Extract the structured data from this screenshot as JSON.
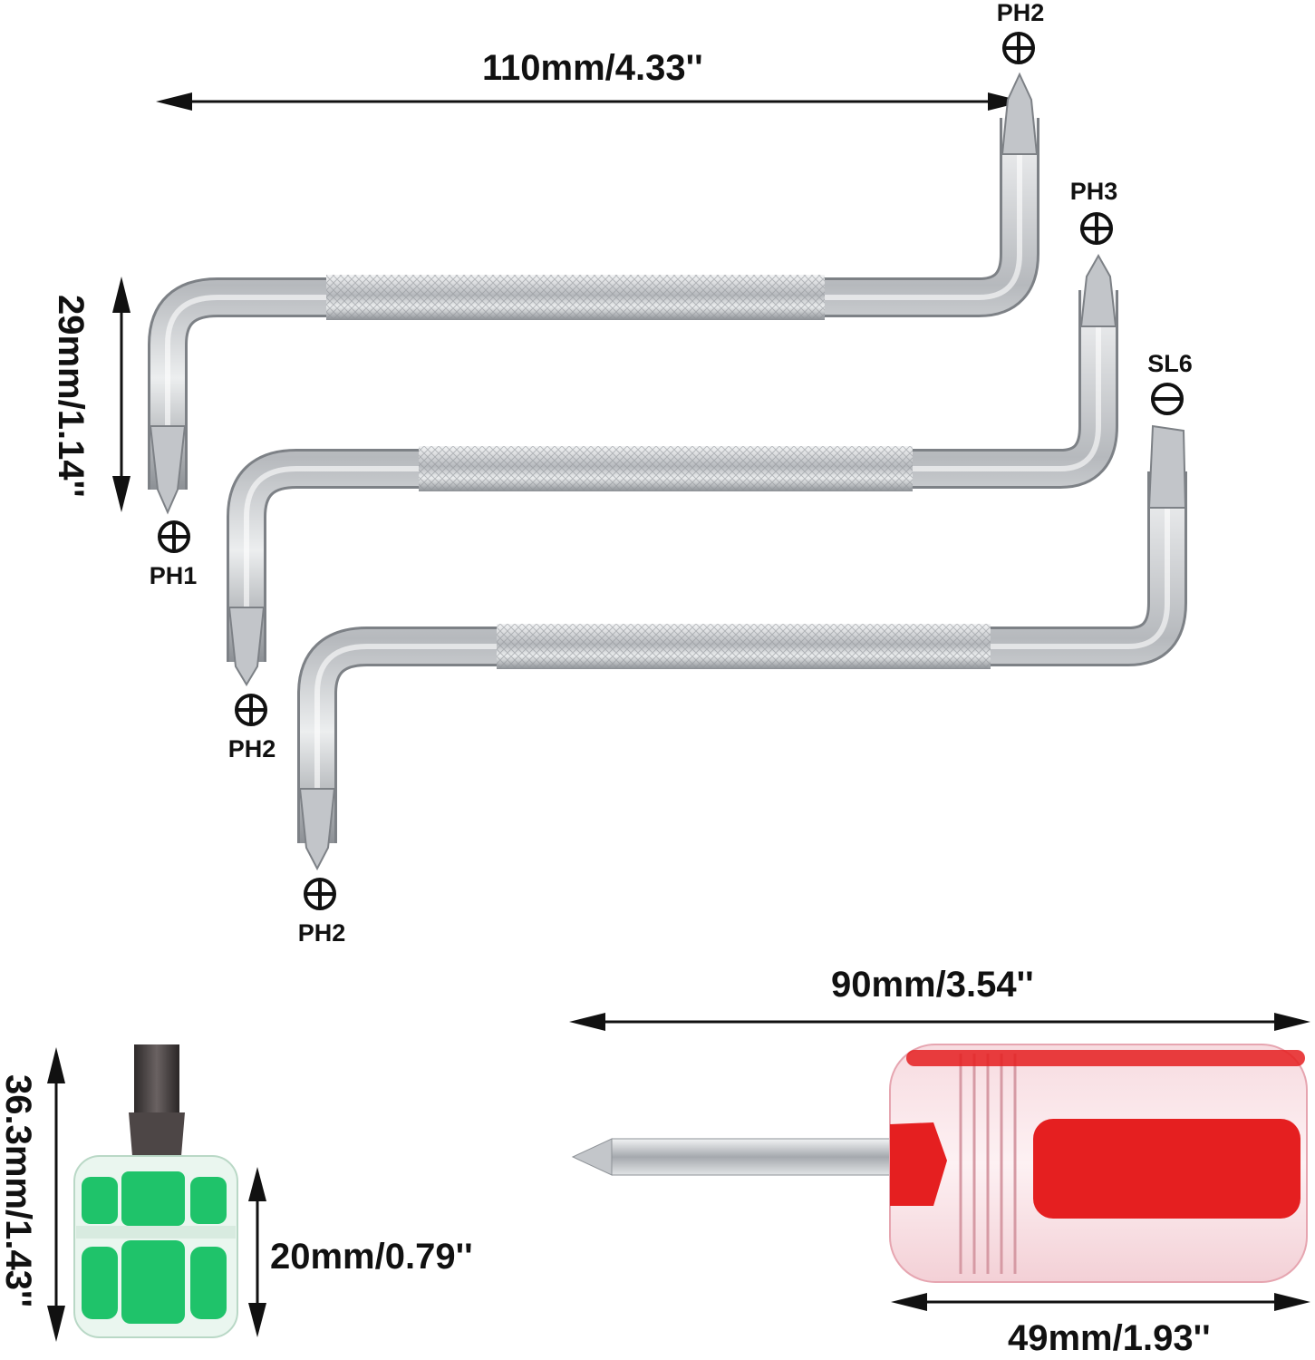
{
  "dimensions": {
    "top_length": "110mm/4.33''",
    "bend_height": "29mm/1.14''",
    "handle_length": "90mm/3.54''",
    "handle_width": "49mm/1.93''",
    "stubby_height": "36.3mm/1.43''",
    "stubby_handle": "20mm/0.79''"
  },
  "tips": {
    "wrench1_right": "PH2",
    "wrench1_left": "PH1",
    "wrench2_right": "PH3",
    "wrench2_left": "PH2",
    "wrench3_right": "SL6",
    "wrench3_left": "PH2"
  },
  "colors": {
    "steel": "#c9ccd0",
    "red": "#e51f20",
    "green": "#1fc36a"
  }
}
